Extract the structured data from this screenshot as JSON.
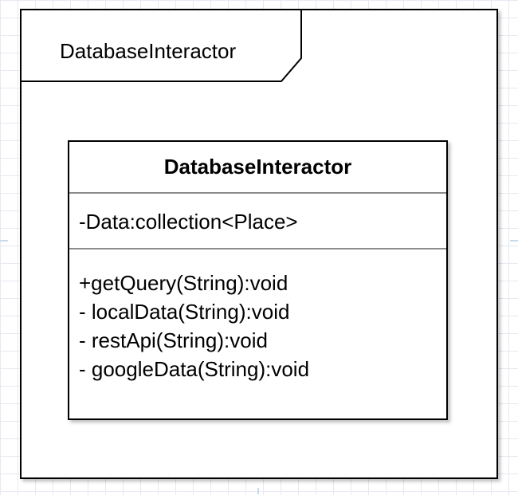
{
  "package": {
    "name": "DatabaseInteractor"
  },
  "class": {
    "name": "DatabaseInteractor",
    "attributes": [
      "-Data:collection<Place>"
    ],
    "methods": [
      "+getQuery(String):void",
      "- localData(String):void",
      "- restApi(String):void",
      "- googleData(String):void"
    ]
  },
  "colors": {
    "grid": "#e6e9f0",
    "border": "#000000",
    "divider": "#8c8c8c",
    "background": "#ffffff"
  }
}
